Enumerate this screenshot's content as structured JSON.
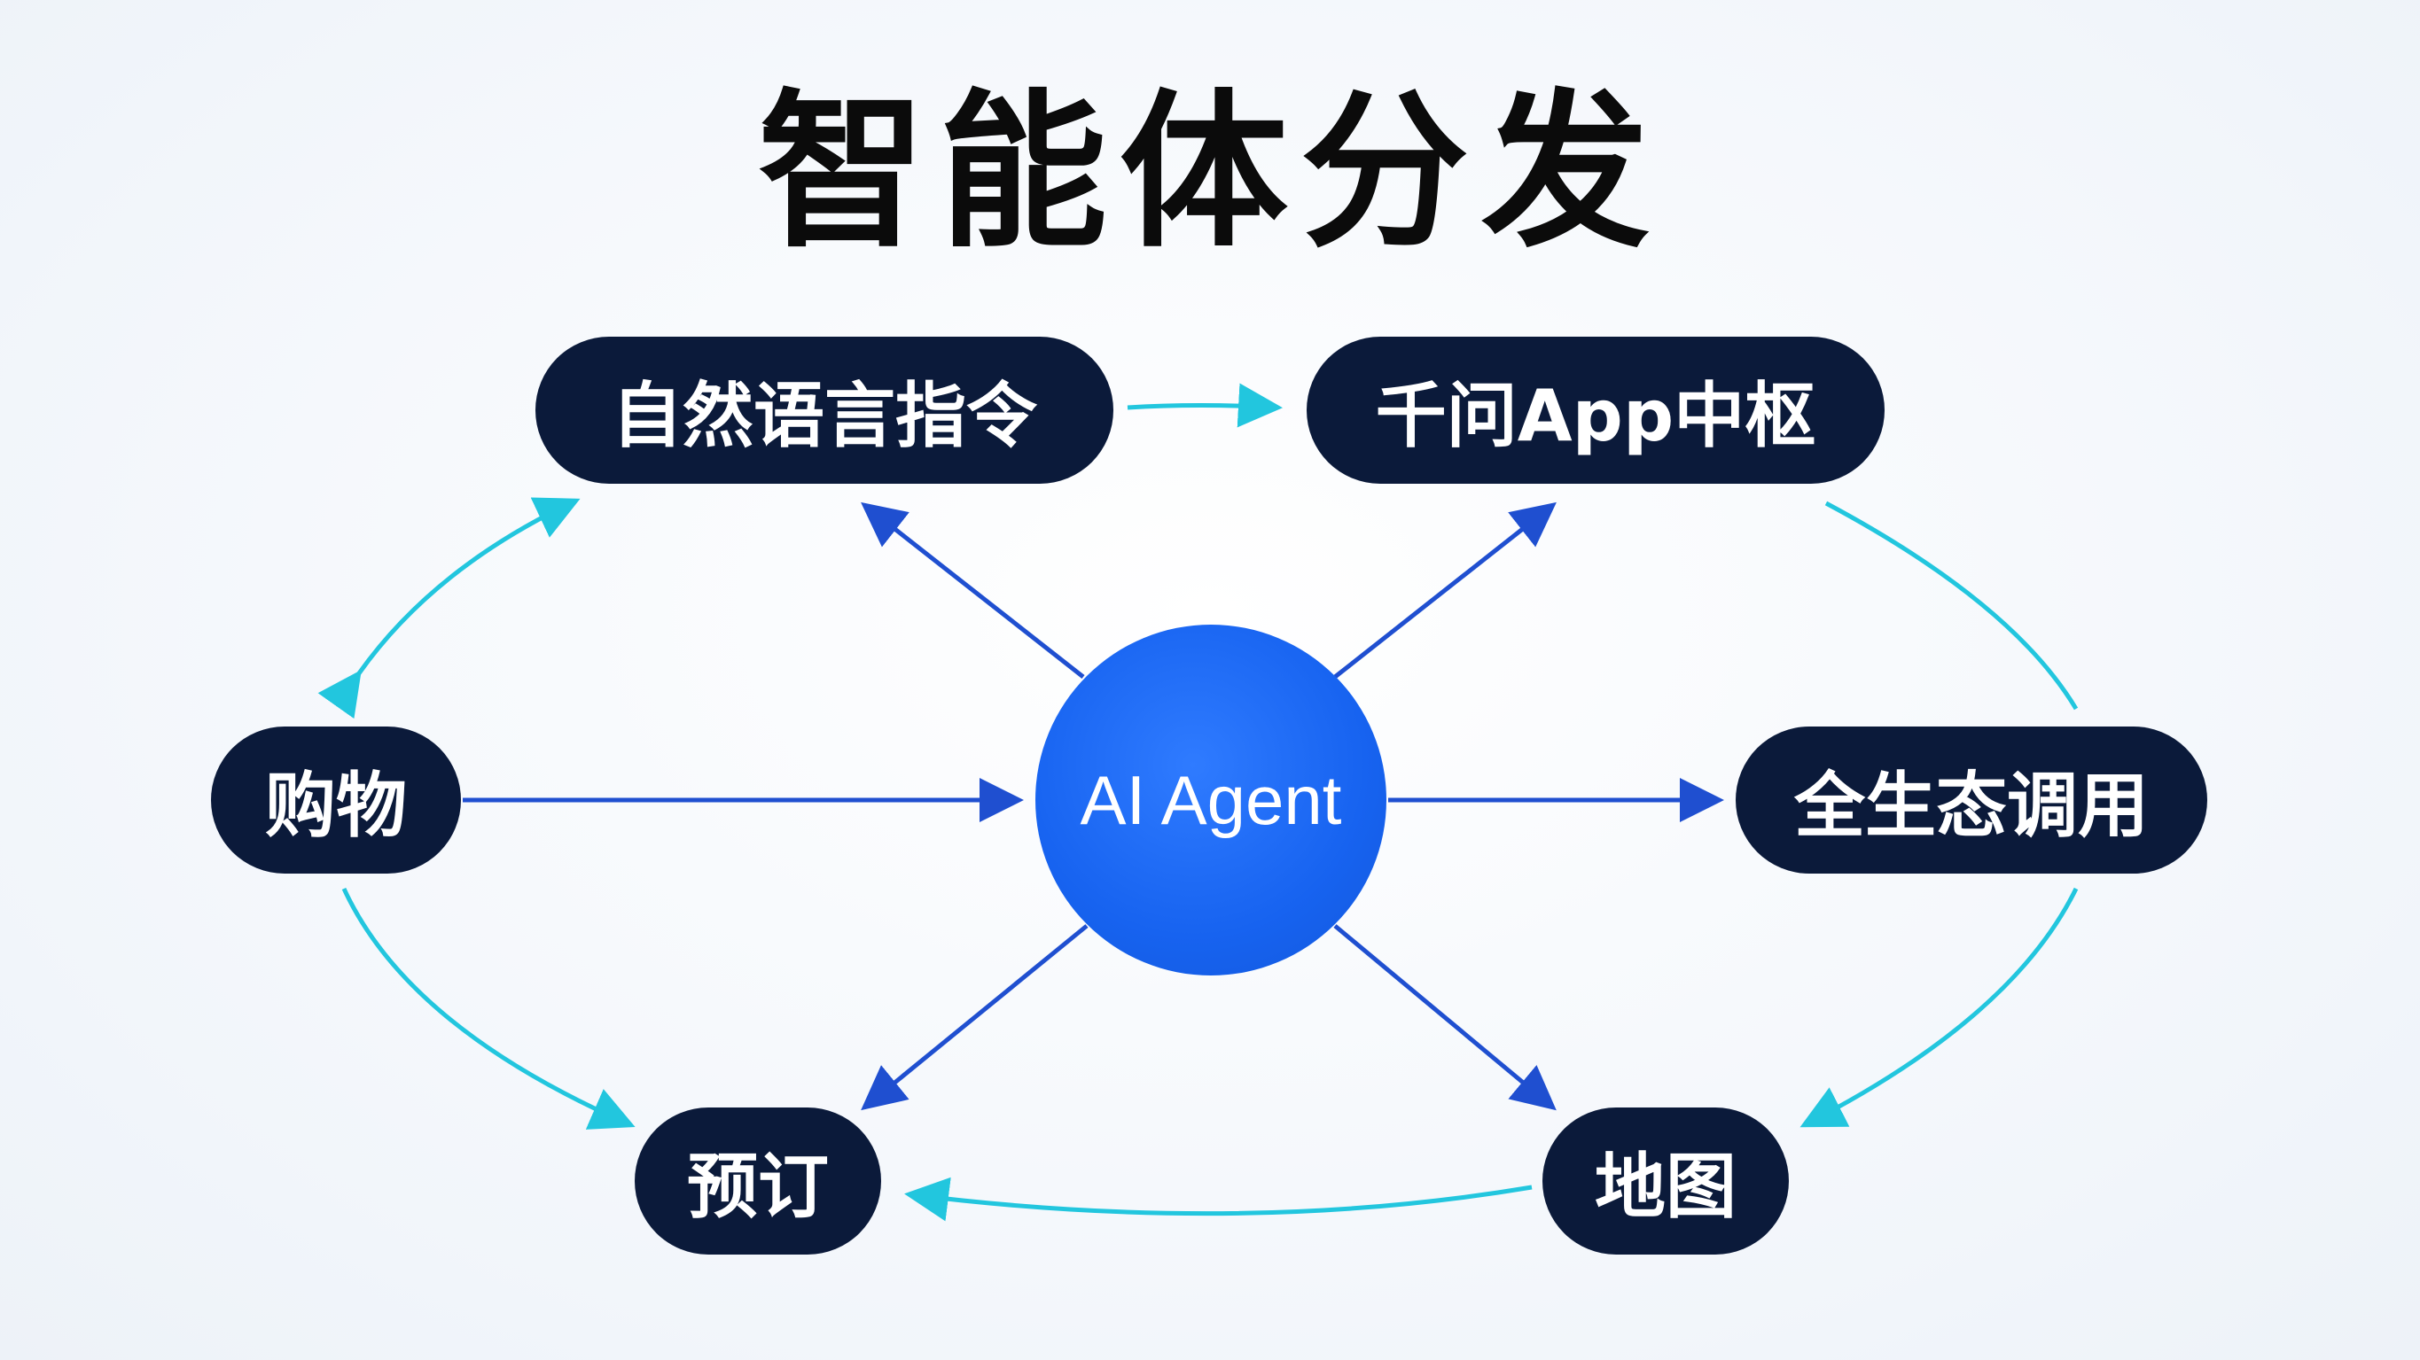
{
  "title": "智能体分发",
  "hub": {
    "label": "AI Agent"
  },
  "nodes": {
    "natural_language": "自然语言指令",
    "qianwen_hub": "千问App中枢",
    "shopping": "购物",
    "full_ecosystem": "全生态调用",
    "booking": "预订",
    "map": "地图"
  },
  "colors": {
    "node_fill": "#0b1a3a",
    "hub_fill": "#1763f0",
    "arrow_blue": "#1f4fd0",
    "arrow_cyan": "#22c6de"
  }
}
